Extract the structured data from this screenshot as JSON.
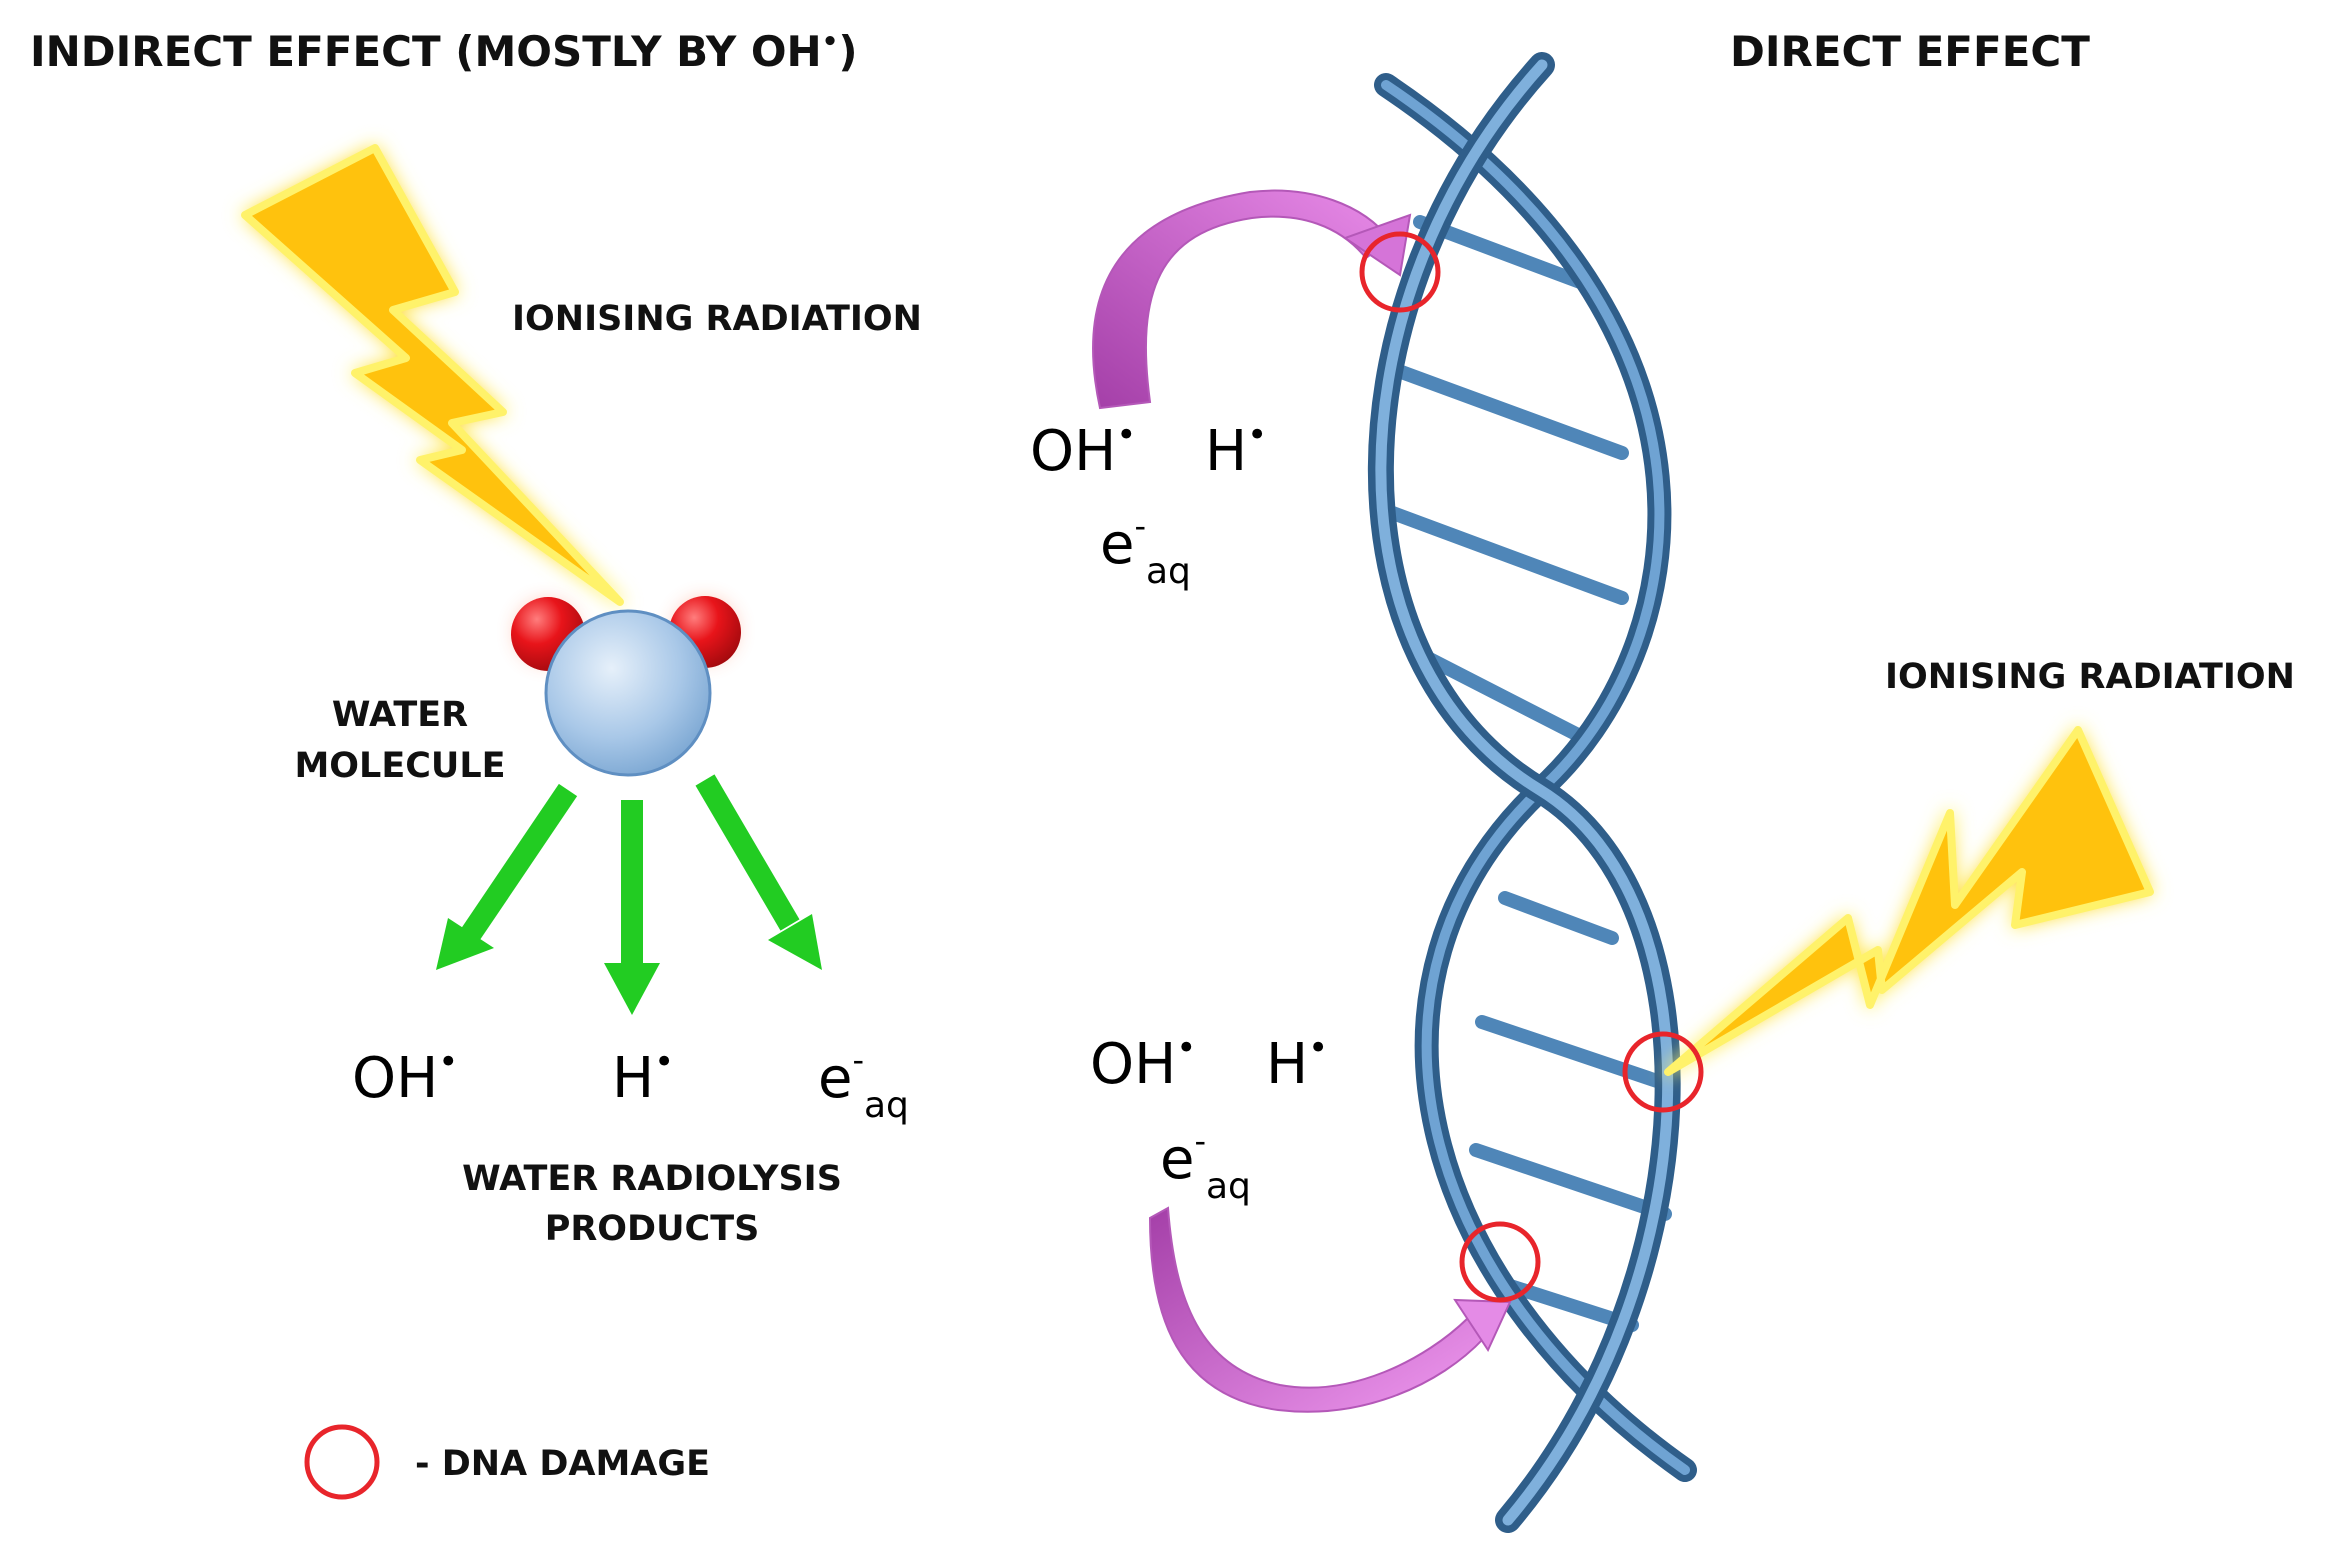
{
  "titles": {
    "indirect": "INDIRECT EFFECT (MOSTLY BY OH",
    "indirect_dot": "•",
    "indirect_close": ")",
    "direct": "DIRECT EFFECT"
  },
  "labels": {
    "ionising_left": "IONISING RADIATION",
    "ionising_right": "IONISING RADIATION",
    "water_line1": "WATER",
    "water_line2": "MOLECULE",
    "products_line1": "WATER RADIOLYSIS",
    "products_line2": "PRODUCTS",
    "legend": "- DNA DAMAGE"
  },
  "species": {
    "oh": "OH",
    "h": "H",
    "e": "e",
    "radical_dot": "•",
    "minus": "-",
    "aq": "aq"
  },
  "colors": {
    "bolt": "#FFC20E",
    "bolt_glow": "#FFF26B",
    "dna": "#4F86B8",
    "dna_dark": "#2F5E8A",
    "arrow_green": "#22CC22",
    "arrow_magenta": "#C75BC9",
    "damage_circle": "#E8252B",
    "oxygen": "#CFE0F2",
    "hydrogen": "#E4161A"
  },
  "icons": [
    "lightning-bolt-icon",
    "water-molecule-icon",
    "dna-helix-icon",
    "damage-circle-icon",
    "reaction-arrow-icon"
  ]
}
